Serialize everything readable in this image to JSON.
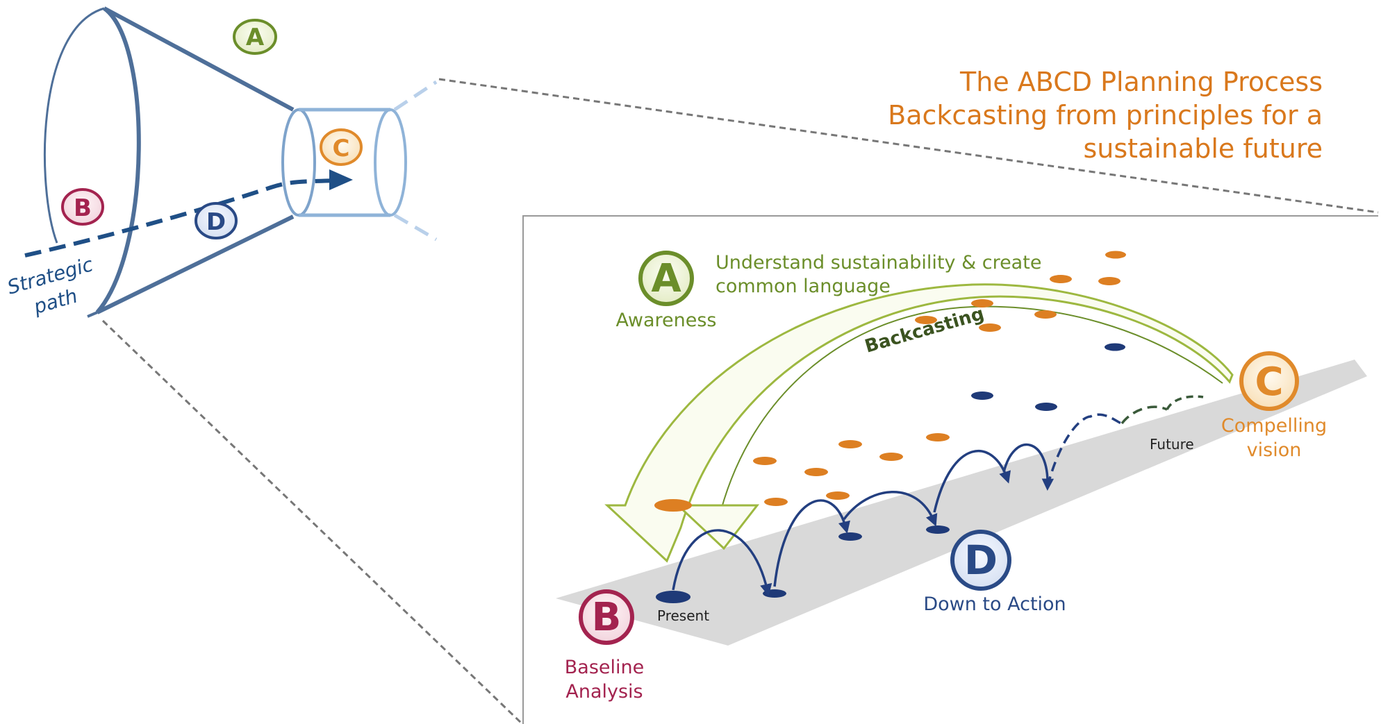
{
  "title": {
    "line1": "The ABCD Planning Process",
    "line2": "Backcasting from principles for a",
    "line3": "sustainable future"
  },
  "funnel": {
    "badges": {
      "a": "A",
      "b": "B",
      "c": "C",
      "d": "D"
    },
    "path_label_1": "Strategic",
    "path_label_2": "path"
  },
  "panel": {
    "a_letter": "A",
    "a_caption": "Awareness",
    "a_desc_1": "Understand sustainability & create",
    "a_desc_2": "common language",
    "arrow_label": "Backcasting",
    "b_letter": "B",
    "b_caption_1": "Baseline",
    "b_caption_2": "Analysis",
    "c_letter": "C",
    "c_caption_1": "Compelling",
    "c_caption_2": "vision",
    "d_letter": "D",
    "d_caption": "Down to Action",
    "present_label": "Present",
    "future_label": "Future"
  },
  "colors": {
    "a": "#6b8e2a",
    "b": "#a3234f",
    "c": "#e08a2b",
    "d": "#2a4a86",
    "title": "#d9781c",
    "funnel": "#4e6f99",
    "funnel_light": "#8fb3d8",
    "orange_dot": "#dd7f22",
    "navy_dot": "#1f3a78"
  }
}
